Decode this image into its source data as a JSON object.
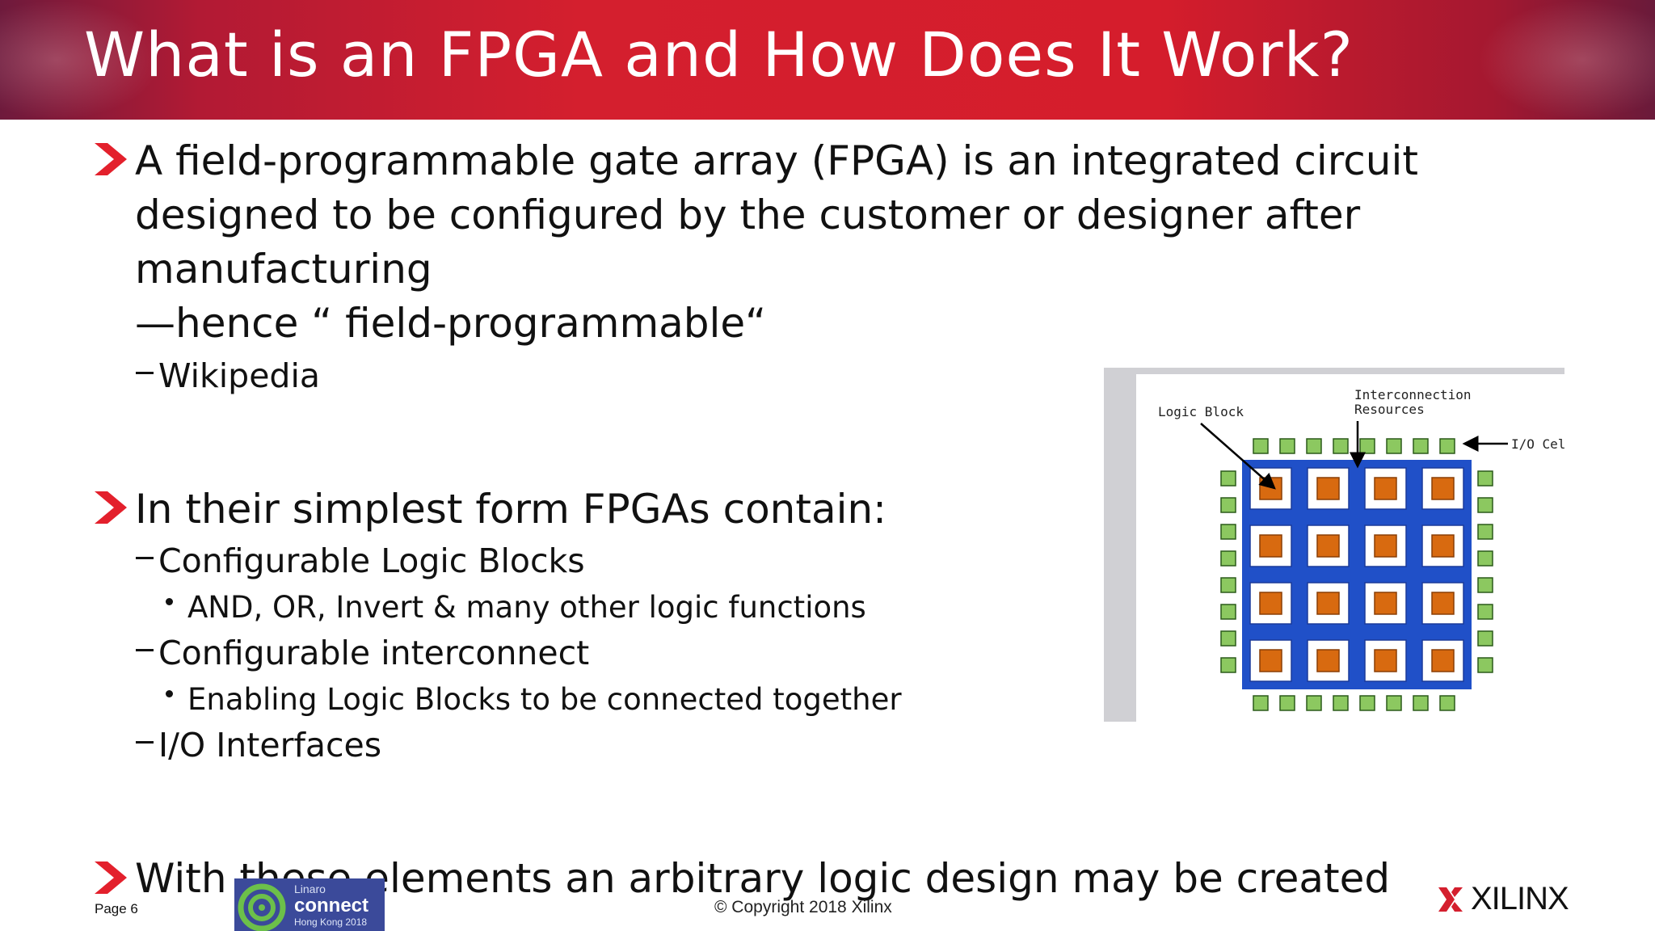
{
  "slide": {
    "title": "What is an FPGA and How Does It Work?",
    "bullets": {
      "b1_line1": "A field-programmable gate array (FPGA) is an integrated circuit",
      "b1_line2": "designed to be configured by the customer or designer after",
      "b1_line3": "manufacturing",
      "b1_line4": "—hence “ field-programmable“",
      "b1_source": "Wikipedia",
      "b2": "In their simplest form FPGAs contain:",
      "b2_sub1": "Configurable Logic Blocks",
      "b2_sub1_detail": "AND, OR, Invert & many other logic functions",
      "b2_sub2": "Configurable interconnect",
      "b2_sub2_detail": "Enabling Logic Blocks to be connected together",
      "b2_sub3": "I/O Interfaces",
      "b3": "With these elements an arbitrary logic design may be created"
    },
    "diagram": {
      "label_logic_block": "Logic Block",
      "label_interconnect_1": "Interconnection",
      "label_interconnect_2": "Resources",
      "label_io_cell": "I/O Cell"
    }
  },
  "footer": {
    "page": "Page 6",
    "copyright": "© Copyright 2018 Xilinx",
    "brand": "XILINX",
    "event_name_top": "Linaro",
    "event_name": "connect",
    "event_sub": "Hong Kong 2018"
  },
  "colors": {
    "banner_red": "#d41f2e",
    "bullet_red": "#e3202c",
    "logic_block": "#d86a10",
    "interconnect": "#2050c8",
    "io_cell": "#8cc860"
  }
}
